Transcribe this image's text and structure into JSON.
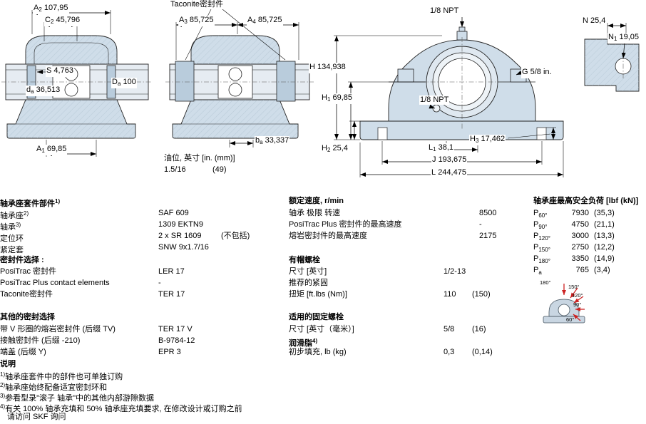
{
  "colors": {
    "housing": "#cfdde9",
    "shaft": "#e6ecf2",
    "seal": "#b9ccdc",
    "arrow_red": "#cc2222"
  },
  "drawings": {
    "labels": {
      "taconite": "Taconite密封件",
      "oil_level": "油位, 英寸 [in. (mm)]",
      "oil_value": "1.5/16",
      "oil_value_mm": "(49)",
      "npt_top": "1/8 NPT",
      "npt_side": "1/8 NPT"
    },
    "dims": {
      "a2": {
        "p": "A",
        "s": "2",
        "v": "107,95"
      },
      "c2": {
        "p": "C",
        "s": "2",
        "v": "45,796"
      },
      "a3": {
        "p": "A",
        "s": "3",
        "v": "85,725"
      },
      "a4": {
        "p": "A",
        "s": "4",
        "v": "85,725"
      },
      "s": {
        "p": "S",
        "s": "",
        "v": "4,763"
      },
      "da_shaft": {
        "p": "d",
        "s": "a",
        "v": "36,513"
      },
      "Da_housing": {
        "p": "D",
        "s": "a",
        "v": "100"
      },
      "a1": {
        "p": "A",
        "s": "1",
        "v": "69,85"
      },
      "ba": {
        "p": "b",
        "s": "a",
        "v": "33,337"
      },
      "H": {
        "p": "H",
        "s": "",
        "v": "134,938"
      },
      "h1": {
        "p": "H",
        "s": "1",
        "v": "69,85"
      },
      "h2": {
        "p": "H",
        "s": "2",
        "v": "25,4"
      },
      "h3": {
        "p": "H",
        "s": "3",
        "v": "17,462"
      },
      "g": {
        "p": "G",
        "s": "",
        "v": "5/8 in."
      },
      "l1": {
        "p": "L",
        "s": "1",
        "v": "38,1"
      },
      "j": {
        "p": "J",
        "s": "",
        "v": "193,675"
      },
      "l": {
        "p": "L",
        "s": "",
        "v": "244,475"
      },
      "n": {
        "p": "N",
        "s": "",
        "v": "25,4"
      },
      "n1": {
        "p": "N",
        "s": "1",
        "v": "19,05"
      }
    }
  },
  "housing_parts": {
    "header": "轴承座套件部件",
    "header_sup": "1)",
    "rows": [
      {
        "label": "轴承座",
        "sup": "2)",
        "value": "SAF 609",
        "extra": ""
      },
      {
        "label": "轴承",
        "sup": "3)",
        "value": "1309 EKTN9",
        "extra": ""
      },
      {
        "label": "定位环",
        "sup": "",
        "value": "2 x SR 1609",
        "extra": "(不包括)"
      },
      {
        "label": "紧定套",
        "sup": "",
        "value": "SNW 9x1.7/16",
        "extra": ""
      }
    ]
  },
  "seal_selection": {
    "header": "密封件选择 :",
    "rows": [
      {
        "label": "PosiTrac 密封件",
        "value": "LER 17"
      },
      {
        "label": "PosiTrac Plus contact elements",
        "value": "-"
      },
      {
        "label": "Taconite密封件",
        "value": "TER 17"
      }
    ]
  },
  "other_seals": {
    "header": "其他的密封选择",
    "rows": [
      {
        "label": "带 V 形圈的熔岩密封件 (后缀 TV)",
        "value": "TER 17 V"
      },
      {
        "label": "接触密封件 (后缀 -210)",
        "value": "B-9784-12"
      },
      {
        "label": "端盖 (后缀 Y)",
        "value": "EPR 3"
      }
    ]
  },
  "speeds": {
    "header": "额定速度, r/min",
    "rows": [
      {
        "label": "轴承 极限 转速",
        "value": "8500"
      },
      {
        "label": "PosiTrac Plus 密封件的最高速度",
        "value": "-"
      },
      {
        "label": "熔岩密封件的最高速度",
        "value": "2175"
      }
    ]
  },
  "cap_bolts": {
    "header": "有帽螺栓",
    "size_label": "尺寸 [英寸]",
    "size_value": "1/2-13",
    "torque_label1": "推荐的紧固",
    "torque_label2": "扭矩 [ft.lbs (Nm)]",
    "torque_value": "110",
    "torque_value2": "(150)"
  },
  "attachment_bolts": {
    "header": "适用的固定螺栓",
    "size_label": "尺寸 [英寸（毫米）]",
    "size_value": "5/8",
    "size_value2": "(16)"
  },
  "grease": {
    "header": "润滑脂",
    "header_sup": "4)",
    "fill_label": "初步填充, lb (kg)",
    "fill_value": "0,3",
    "fill_value2": "(0,14)"
  },
  "loads": {
    "header": "轴承座最高安全负荷 [lbf (kN)]",
    "rows": [
      {
        "p": "P",
        "s": "60°",
        "v1": "7930",
        "v2": "(35,3)"
      },
      {
        "p": "P",
        "s": "90°",
        "v1": "4750",
        "v2": "(21,1)"
      },
      {
        "p": "P",
        "s": "120°",
        "v1": "3000",
        "v2": "(13,3)"
      },
      {
        "p": "P",
        "s": "150°",
        "v1": "2750",
        "v2": "(12,2)"
      },
      {
        "p": "P",
        "s": "180°",
        "v1": "3350",
        "v2": "(14,9)"
      },
      {
        "p": "P",
        "s": "a",
        "v1": "765",
        "v2": "(3,4)"
      }
    ],
    "angles": [
      "180°",
      "150°",
      "120°",
      "90°",
      "60°"
    ]
  },
  "notes": {
    "header": "说明",
    "items": [
      {
        "sup": "1)",
        "text": "轴承座套件中的部件也可单独订购"
      },
      {
        "sup": "2)",
        "text": "轴承座始终配备适宜密封环和"
      },
      {
        "sup": "3)",
        "text": "参看型录\"滚子 轴承\"中的其他内部游隙数据"
      },
      {
        "sup": "4)",
        "text": "有关 100% 轴承充填和 50% 轴承座充填要求,  在修改设计或订购之前"
      }
    ],
    "footer": "请访问 SKF 询问"
  }
}
